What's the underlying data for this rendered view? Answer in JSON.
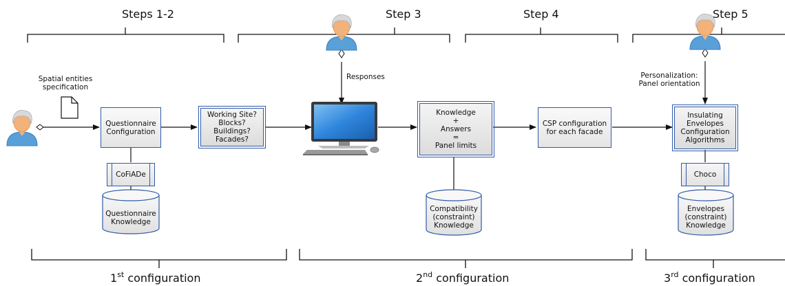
{
  "steps": {
    "s12": "Steps 1-2",
    "s3": "Step 3",
    "s4": "Step 4",
    "s5": "Step 5"
  },
  "configurations": {
    "c1": {
      "num": "1",
      "sup": "st",
      "word": "configuration"
    },
    "c2": {
      "num": "2",
      "sup": "nd",
      "word": "configuration"
    },
    "c3": {
      "num": "3",
      "sup": "rd",
      "word": "configuration"
    }
  },
  "labels": {
    "spatial": "Spatial entities\nspecification",
    "responses": "Responses",
    "personalization": "Personalization:\nPanel orientation"
  },
  "boxes": {
    "questionnaire_config": "Questionnaire\nConfiguration",
    "working_site": "Working Site?\nBlocks?\nBuildings?\nFacades?",
    "knowledge_answers": "Knowledge\n+\nAnswers\n=\nPanel limits",
    "csp_config": "CSP configuration\nfor each facade",
    "insulating": "Insulating\nEnvelopes\nConfiguration\nAlgorithms"
  },
  "components": {
    "cofiade": "CoFiADe",
    "choco": "Choco"
  },
  "databases": {
    "questionnaire_knowledge": "Questionnaire\nKnowledge",
    "compatibility_knowledge": "Compatibility\n(constraint)\nKnowledge",
    "envelopes_knowledge": "Envelopes\n(constraint)\nKnowledge"
  },
  "colors": {
    "border": "#2f5aa8",
    "user_shirt": "#5aa0d8",
    "user_skin": "#f2b27a",
    "user_hair": "#d8d8d8",
    "monitor": "#2a6fc4"
  },
  "icons": [
    "user-icon",
    "document-icon",
    "computer-icon",
    "mouse-icon",
    "keyboard-icon",
    "database-icon"
  ]
}
